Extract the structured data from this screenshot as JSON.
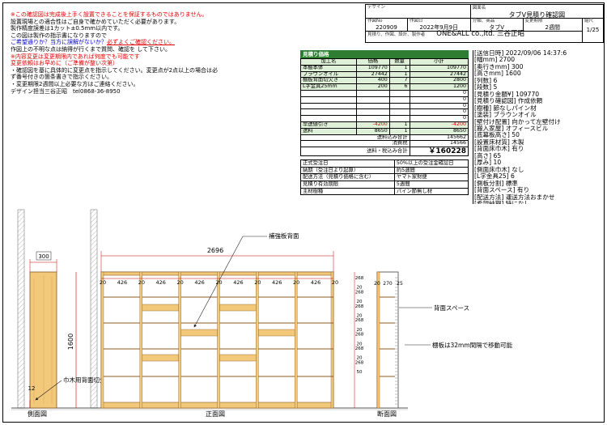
{
  "notes": {
    "line1": "※この確認図は完成後上手く設置できることを保証するものではありません。",
    "line2": "設置現場との適合性はご自身で確かめていただく必要があります。",
    "line3": "製作精度誤差は1カット±0.5mm以内です。",
    "line4": "この図は製作の指示書になりますので",
    "line5a": "ご希望通りか？当方に誤解がないか？",
    "line5b": "必ずよくご確認ください。",
    "line6": "作図上の不明な点は納得が行くまで質問、確認を して下さい。",
    "line7": "※内容変更は変更期限内であれば何度でも可能です",
    "line8": "変更依頼はお早めに（ご準備が整い次第）",
    "line9": "・確認図を基に具体的に変更点を指示してください。変更点が2点以上の場合は必",
    "line10": "ず番号付きの箇条書きで指示ください。",
    "line11": "・変更期限2週間以上必要な方はご連絡ください。",
    "line12": "デザイン担当三谷正昭　tel0868-36-8950"
  },
  "titleblock": {
    "design_label": "デザイン",
    "drawing_name_label": "図面名",
    "drawing_name": "タブV見積り確認図",
    "drawing_no_label": "作図No",
    "drawing_no": "220909",
    "date_label": "作図日",
    "date": "2022年9月9日",
    "category_label": "分類、商品",
    "category": "タブV",
    "deadline_label": "変更期限",
    "deadline": "2週間",
    "scale_label": "縮尺",
    "scale": "1/25",
    "maker_label": "見積り、作図、設計、製作者",
    "maker": "ONE&ALL co.,ltd. 三谷正昭"
  },
  "estimate": {
    "title": "見積り価格",
    "headers": [
      "加工名",
      "価格",
      "数量",
      "小計"
    ],
    "rows": [
      [
        "本棚本体",
        "109770",
        "1",
        "109770"
      ],
      [
        "ブラウンオイル",
        "27442",
        "1",
        "27442"
      ],
      [
        "棚板背面切欠き",
        "400",
        "7",
        "2800"
      ],
      [
        "L字金具25mm",
        "200",
        "6",
        "1200"
      ],
      [
        "",
        "",
        "",
        "0"
      ],
      [
        "",
        "",
        "",
        "0"
      ],
      [
        "",
        "",
        "",
        "0"
      ],
      [
        "",
        "",
        "",
        "0"
      ],
      [
        "",
        "",
        "",
        "0"
      ],
      [
        "早送値引き",
        "-4200",
        "1",
        "-4200"
      ],
      [
        "送料",
        "8650",
        "1",
        "8650"
      ]
    ],
    "subtotal_label": "送料込み合計",
    "subtotal": "145662",
    "tax_label": "消費税",
    "tax": "14566",
    "total_label": "送料・税込み合計",
    "total": "￥160228",
    "conditions": [
      [
        "正式受注日",
        "50%以上の受注金確認日"
      ],
      [
        "納期（受注日より起算）",
        "約5週間"
      ],
      [
        "配送方法（見積り価格に含む）",
        "ヤマト家財便"
      ],
      [
        "見積り有効期限",
        "5週間"
      ],
      [
        "主材樹種",
        "パイン節無し材"
      ]
    ]
  },
  "spec_lines": [
    "[送信日時] 2022/09/06 14:37:6",
    "[幅mm] 2700",
    "[奥行きmm] 300",
    "[高さmm] 1600",
    "[列数] 6",
    "[段数] 5",
    "[見積り金額¥] 109770",
    "[見積り確認図] 作成依頼",
    "[樹種] 節なしパイン材",
    "[塗装] ブラウンオイル",
    "[壁付け配置] 向かって左壁付け",
    "[搬入家屋] オフィースビル",
    "[底幕板高さ] 50",
    "[設置床材質] 木製",
    "[背面床巾木] 有り",
    "[高さ] 65",
    "[厚み] 10",
    "[側面床巾木] なし",
    "[L字金具25] 6",
    "[側板分割] 標準",
    "[背面スペース] 有り",
    "[配送方法] 運送方法おまかせ",
    "[希望納期] 特になし"
  ],
  "drawing": {
    "side_label": "側面図",
    "front_label": "正面図",
    "section_label": "断面図",
    "side_depth": "300",
    "height": "1600",
    "base_cutout": "12",
    "baseboard_label": "巾木用背面切欠き",
    "width": "2696",
    "reinforce_label": "補強板背面",
    "back_space_label": "背面スペース",
    "shelf_note": "棚板は32mm間隔で移動可能",
    "front_dims": [
      "20",
      "426",
      "20",
      "426",
      "20",
      "426",
      "20",
      "426",
      "20",
      "426",
      "20",
      "426",
      "20"
    ],
    "section_top_dims": [
      "20",
      "270",
      "25"
    ],
    "section_heights": [
      "268",
      "20",
      "268",
      "20",
      "268",
      "20",
      "268",
      "20",
      "268",
      "20",
      "268",
      "20",
      "268",
      "50"
    ]
  },
  "colors": {
    "wood": "#f2c87a",
    "wood_dark": "#c89648",
    "line": "#222222",
    "dim_red": "#cc0000",
    "estimate_green": "#2e7d32",
    "estimate_light": "#dff0d8"
  }
}
